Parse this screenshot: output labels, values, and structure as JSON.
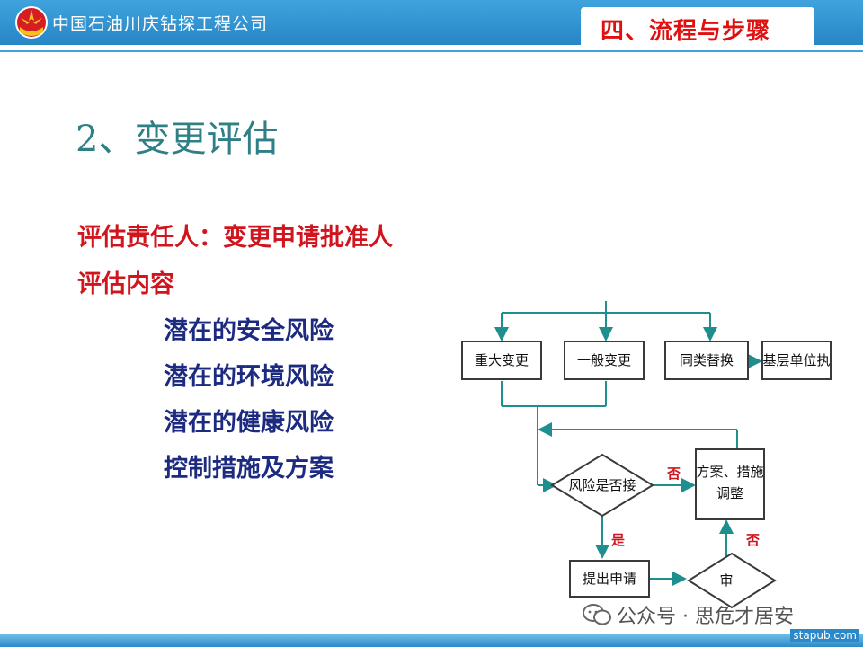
{
  "header": {
    "company": "中国石油川庆钻探工程公司",
    "section": "四、流程与步骤"
  },
  "slide": {
    "title": "2、变更评估",
    "responsible": "评估责任人：变更申请批准人",
    "content_heading": "评估内容",
    "items": [
      "潜在的安全风险",
      "潜在的环境风险",
      "潜在的健康风险",
      "控制措施及方案"
    ]
  },
  "flowchart": {
    "nodes": {
      "major": "重大变更",
      "general": "一般变更",
      "same_kind": "同类替换",
      "base_unit": "基层单位执",
      "risk_ok": "风险是否接",
      "adjust_line1": "方案、措施",
      "adjust_line2": "调整",
      "submit": "提出申请",
      "review": "审"
    },
    "labels": {
      "no": "否",
      "yes": "是"
    }
  },
  "watermark": {
    "text": "公众号 · 思危才居安",
    "site": "stapub.com"
  },
  "colors": {
    "header": "#2786c6",
    "red": "#d0151e",
    "navy": "#1c2a80",
    "teal": "#2e7f86",
    "arrow": "#1e8e8e"
  }
}
